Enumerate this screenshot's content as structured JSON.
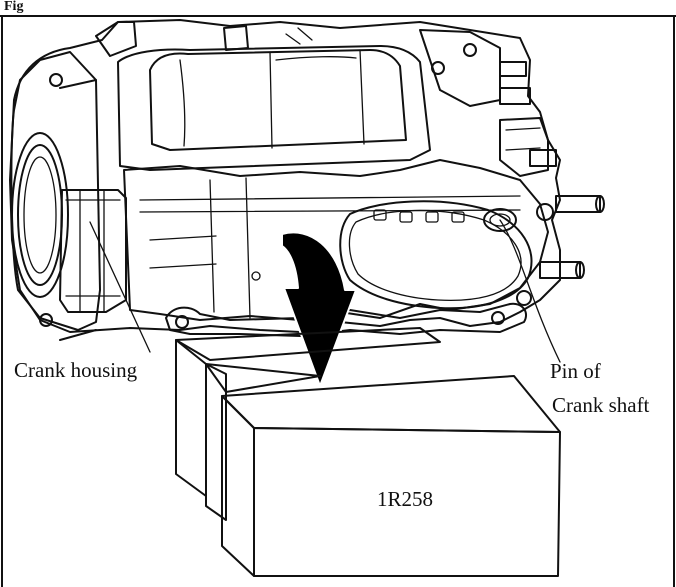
{
  "figure": {
    "header_text": "Fig"
  },
  "labels": {
    "crank_housing": "Crank housing",
    "pin_line1": "Pin of",
    "pin_line2": "Crank shaft",
    "block": "1R258"
  }
}
